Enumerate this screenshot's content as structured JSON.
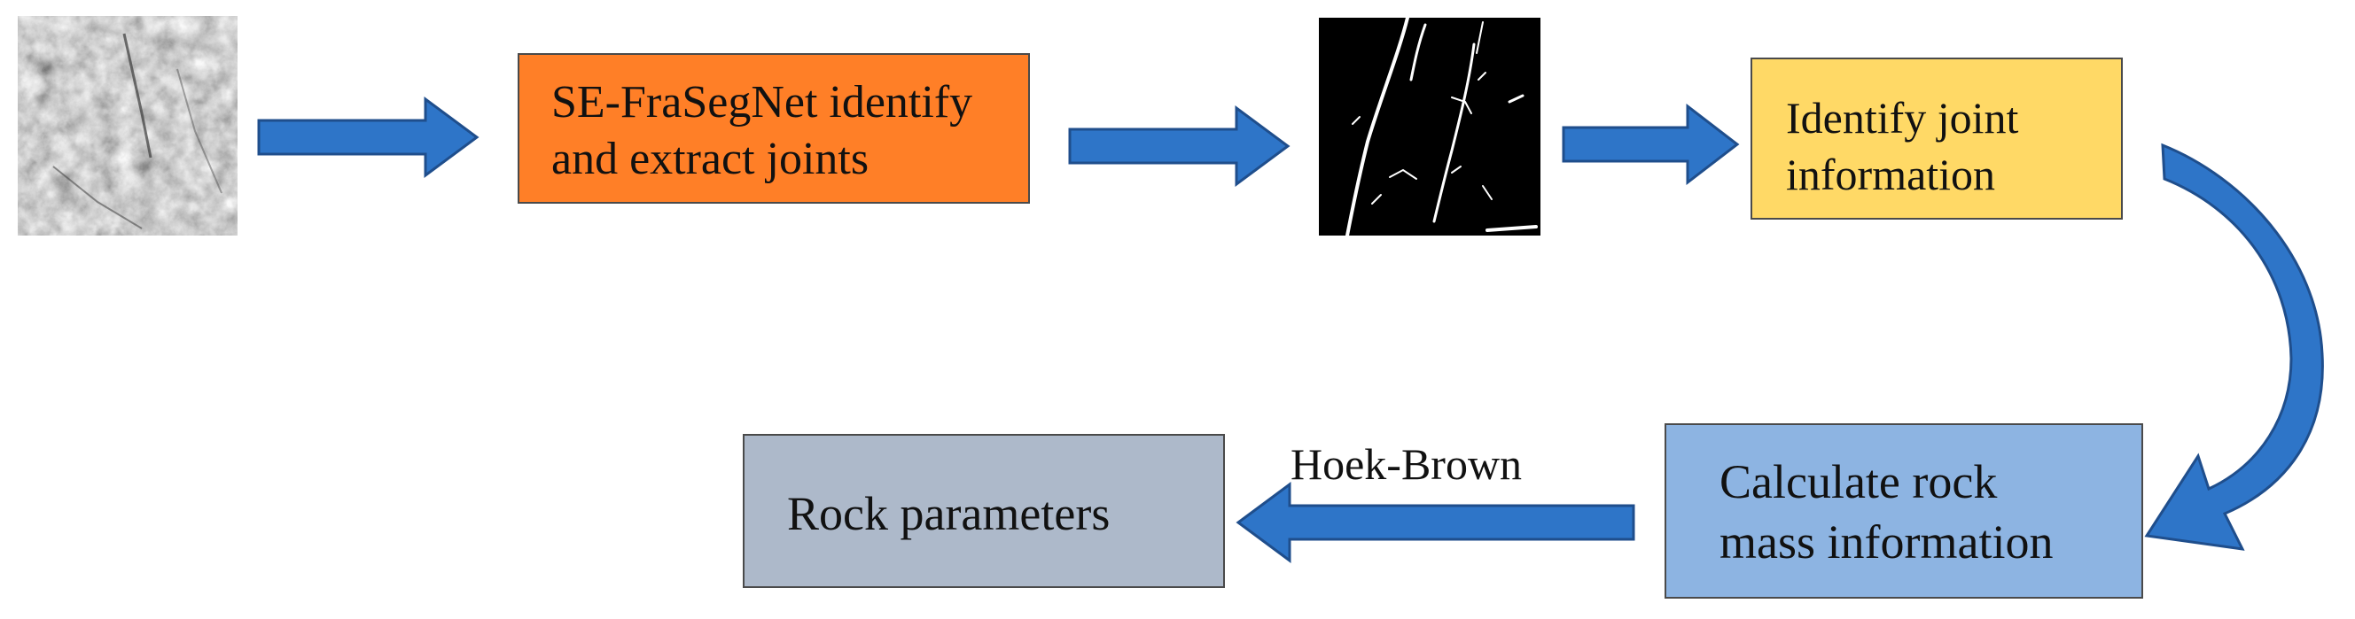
{
  "steps": {
    "extract_label": [
      "SE-FraSegNet identify",
      "and extract joints"
    ],
    "identify_label": [
      "Identify joint",
      "information"
    ],
    "calculate_label": [
      "Calculate rock",
      "mass information"
    ],
    "params_label": "Rock parameters"
  },
  "edge_label": "Hoek-Brown",
  "colors": {
    "extract_box": "#ff7f27",
    "identify_box": "#ffd966",
    "calculate_box": "#8db4e2",
    "params_box": "#adb9ca",
    "arrow": "#2e75c8"
  }
}
